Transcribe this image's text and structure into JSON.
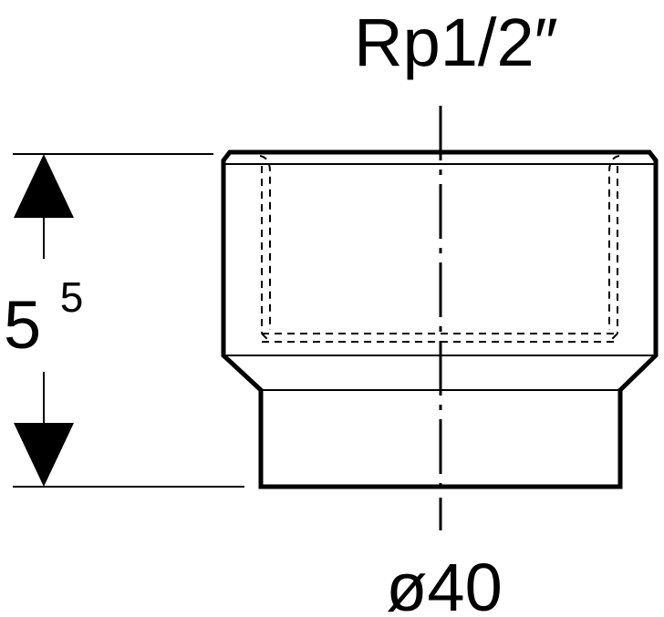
{
  "labels": {
    "thread": "Rp1/2″",
    "height_main": "5",
    "height_sup": "5",
    "diameter": "ø40"
  },
  "colors": {
    "line": "#000000",
    "background": "#ffffff"
  }
}
